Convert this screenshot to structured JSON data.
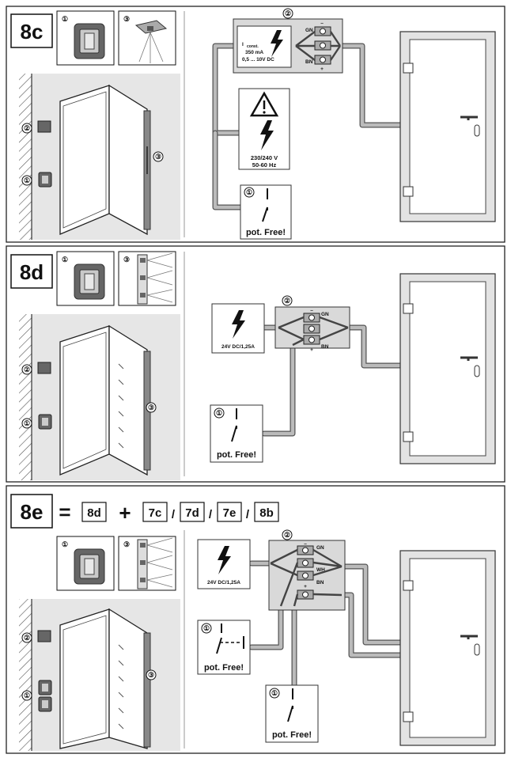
{
  "sections": [
    {
      "id": "8c",
      "title": "8c",
      "junction_number": "②",
      "switch_number": "①",
      "sensor_number": "③",
      "power_lines": [
        "I",
        "const.",
        "350 mA",
        "0,5 ... 10V DC"
      ],
      "mains_lines": [
        "230/240 V",
        "50-60 Hz"
      ],
      "terminal_labels": {
        "top": "GN",
        "bottom": "BN",
        "minus": "–",
        "plus": "+"
      },
      "switch_label": "pot. Free!"
    },
    {
      "id": "8d",
      "title": "8d",
      "junction_number": "②",
      "switch_number": "①",
      "sensor_number": "③",
      "power_label": "24V DC/1,25A",
      "terminal_labels": {
        "top": "GN",
        "bottom": "BN",
        "minus": "–",
        "plus": "+"
      },
      "switch_label": "pot. Free!"
    },
    {
      "id": "8e",
      "title": "8e",
      "equals": "=",
      "plus": "+",
      "refs": [
        "8d",
        "7c",
        "7d",
        "7e",
        "8b"
      ],
      "separator": "/",
      "junction_number": "②",
      "switch_number": "①",
      "sensor_number": "③",
      "power_label": "24V DC/1,25A",
      "terminal_labels": {
        "top": "GN",
        "middle": "WH",
        "bottom": "BN",
        "minus": "–",
        "plus": "+"
      },
      "switch_label": "pot. Free!"
    }
  ]
}
